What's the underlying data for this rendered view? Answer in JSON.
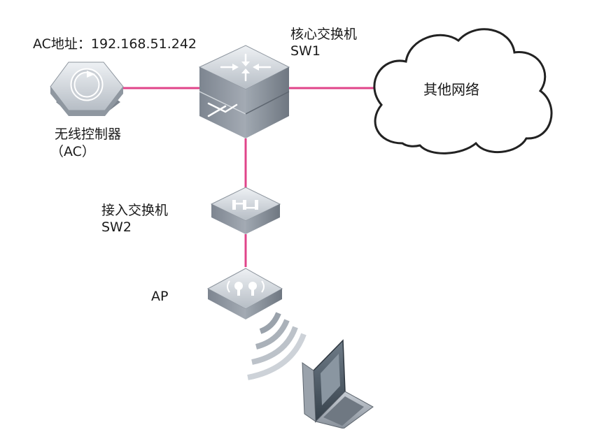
{
  "ac_address": "AC地址：192.168.51.242",
  "core_switch": {
    "name": "核心交换机",
    "id": "SW1"
  },
  "other_network": "其他网络",
  "wireless_controller": {
    "name": "无线控制器",
    "abbr": "（AC）"
  },
  "access_switch": {
    "name": "接入交换机",
    "id": "SW2"
  },
  "access_point": "AP",
  "link_color": "#e0448a"
}
